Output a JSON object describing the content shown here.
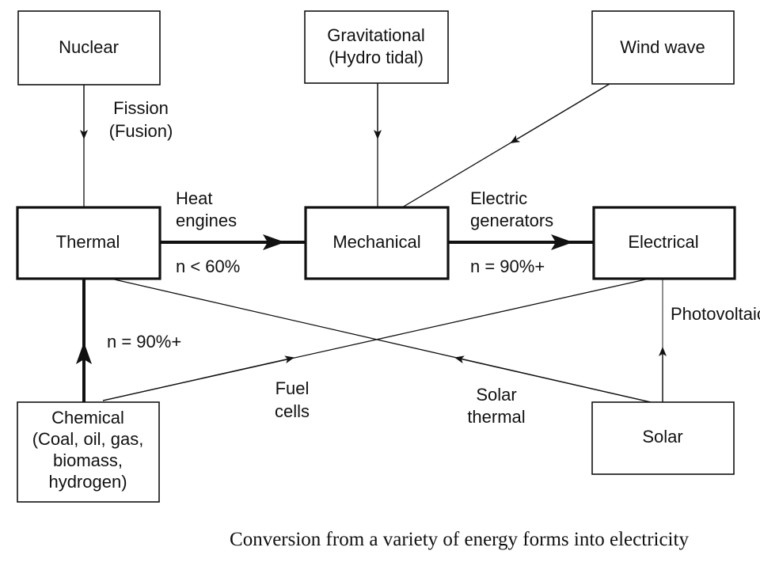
{
  "caption": "Conversion from a variety of energy forms into electricity",
  "nodes": {
    "nuclear": [
      "Nuclear"
    ],
    "gravitational": [
      "Gravitational",
      "(Hydro tidal)"
    ],
    "wind_wave": [
      "Wind wave"
    ],
    "thermal": [
      "Thermal"
    ],
    "mechanical": [
      "Mechanical"
    ],
    "electrical": [
      "Electrical"
    ],
    "chemical": [
      "Chemical",
      "(Coal, oil, gas,",
      "biomass,",
      "hydrogen)"
    ],
    "solar": [
      "Solar"
    ]
  },
  "edges": {
    "fission": [
      "Fission",
      "(Fusion)"
    ],
    "heat_engines": [
      "Heat",
      "engines"
    ],
    "heat_engines_eff": "n < 60%",
    "electric_generators": [
      "Electric",
      "generators"
    ],
    "electric_generators_eff": "n = 90%+",
    "chemical_eff": "n = 90%+",
    "fuel_cells": [
      "Fuel",
      "cells"
    ],
    "solar_thermal": [
      "Solar",
      "thermal"
    ],
    "photovoltaic": "Photovoltaic"
  }
}
